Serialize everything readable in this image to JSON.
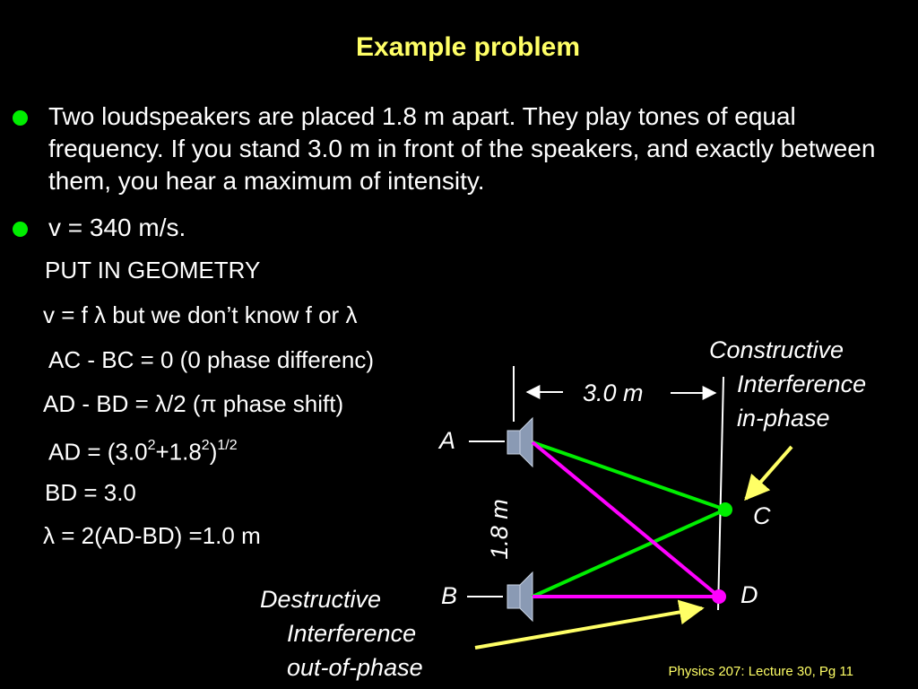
{
  "title": "Example problem",
  "bullets": [
    "Two loudspeakers are placed 1.8 m apart. They play tones of equal frequency. If you stand 3.0 m in front of the speakers, and exactly between them, you hear a maximum of intensity.",
    "v = 340 m/s."
  ],
  "lines": {
    "geometry": "PUT IN GEOMETRY",
    "v_prefix": "v = f ",
    "lambda": "λ",
    "v_mid": "  but we don’t know f or ",
    "ac_bc": "AC - BC = 0 (0 phase differenc)",
    "ad_bd_prefix": "AD - BD = ",
    "ad_bd_mid": "/2  (",
    "pi": "π",
    "ad_bd_suffix": " phase shift)",
    "ad_prefix": "AD = (3.0",
    "exp2": "2",
    "ad_plus": "+1.8",
    "ad_close": ")",
    "exp_half": "1/2",
    "bd": "BD = 3.0",
    "lambda_result": " = 2(AD-BD) =1.0 m"
  },
  "diagram": {
    "constructive": [
      "Constructive",
      "Interference",
      "in-phase"
    ],
    "destructive": [
      "Destructive",
      "Interference",
      "out-of-phase"
    ],
    "distance_horizontal": "3.0 m",
    "distance_vertical": "1.8 m",
    "point_a": "A",
    "point_b": "B",
    "point_c": "C",
    "point_d": "D"
  },
  "colors": {
    "title": "#ffff66",
    "bullet": "#00ee00",
    "green_path": "#00ee00",
    "magenta_path": "#ff00ff",
    "annotation": "#ffff66",
    "speaker": "#8a9ab4"
  },
  "footer": "Physics 207: Lecture 30, Pg 11"
}
